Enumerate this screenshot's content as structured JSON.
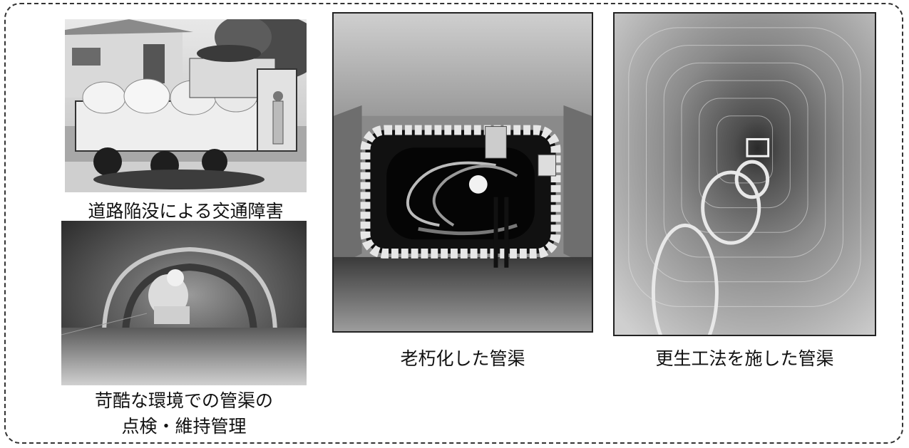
{
  "captions": {
    "road_collapse": "道路陥没による交通障害",
    "harsh_inspection_line1": "苛酷な環境での管渠の",
    "harsh_inspection_line2": "点検・維持管理",
    "aged_pipe": "老朽化した管渠",
    "rehabilitated_pipe": "更生工法を施した管渠"
  }
}
